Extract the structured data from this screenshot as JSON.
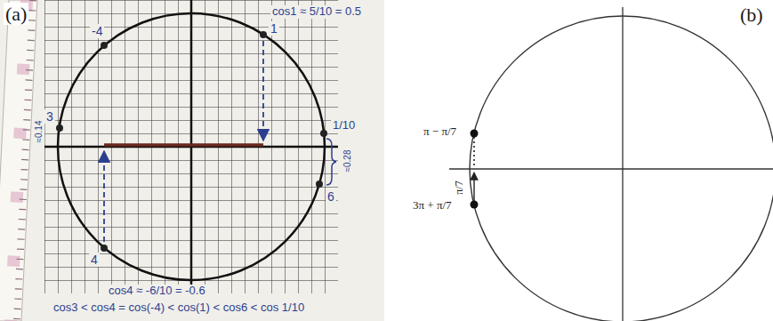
{
  "diagram": {
    "labels": [
      "(a)",
      "cos1 ≈ 5/10 = 0.5",
      "-4",
      "1",
      "≈0.14",
      "3",
      "1/10",
      "≈0.28",
      "6",
      "4",
      "cos4 ≈ -6/10 = -0.6",
      "cos3 < cos4 = cos(-4) < cos(1) < cos6 < cos 1/10",
      "(b)",
      "π − π/7",
      "π/7",
      "3π + π/7"
    ]
  }
}
